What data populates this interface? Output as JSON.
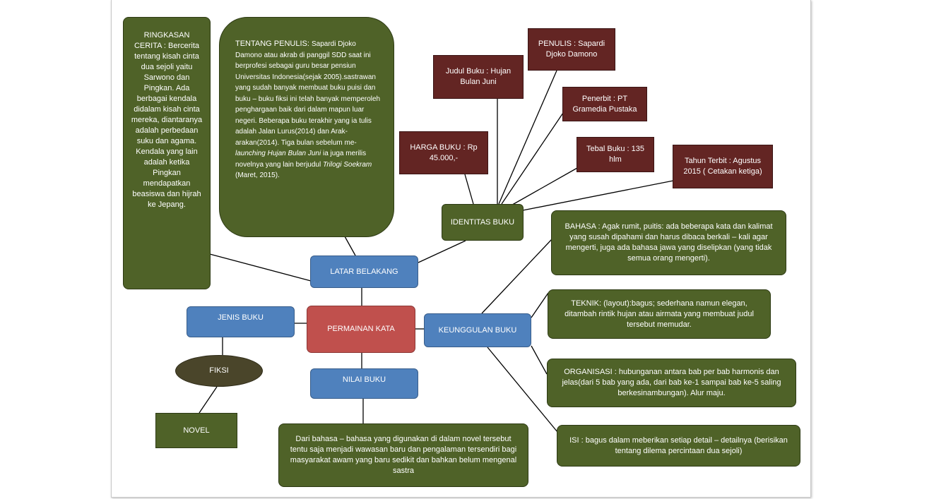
{
  "center": {
    "label": "PERMAINAN KATA"
  },
  "latar_belakang": {
    "label": "LATAR BELAKANG"
  },
  "jenis_buku": {
    "label": "JENIS BUKU"
  },
  "nilai_buku": {
    "label": "NILAI BUKU"
  },
  "keunggulan_buku": {
    "label": "KEUNGGULAN BUKU"
  },
  "identitas_buku": {
    "label": "IDENTITAS BUKU"
  },
  "fiksi": {
    "label": "FIKSI"
  },
  "novel": {
    "label": "NOVEL"
  },
  "ringkasan": {
    "heading": "RINGKASAN CERITA :",
    "text": "Bercerita tentang kisah cinta dua sejoli yaitu Sarwono dan Pingkan. Ada berbagai kendala didalam kisah cinta mereka, diantaranya adalah perbedaan suku dan agama. Kendala yang lain adalah ketika Pingkan mendapatkan beasiswa dan hijrah ke Jepang."
  },
  "tentang_penulis": {
    "heading": "TENTANG PENULIS:",
    "text_a": "Sapardi Djoko Damono atau akrab di panggil SDD saat ini berprofesi sebagai guru besar pensiun Universitas Indonesia(sejak 2005).sastrawan yang sudah banyak membuat buku puisi dan buku – buku fiksi ini telah banyak memperoleh penghargaan baik dari dalam mapun luar negeri. Beberapa buku terakhir yang ia tulis adalah Jalan Lurus(2014) dan Arak-arakan(2014). Tiga bulan sebelum me-",
    "italic_a": "launching Hujan Bulan Juni",
    "text_b": " ia juga merilis novelnya yang lain berjudul ",
    "italic_b": "Trilogi Soekram",
    "text_c": " (Maret, 2015)."
  },
  "identitas": {
    "penulis": "PENULIS : Sapardi Djoko Damono",
    "judul": "Judul Buku : Hujan Bulan Juni",
    "penerbit": "Penerbit : PT Gramedia Pustaka",
    "harga": "HARGA BUKU : Rp 45.000,-",
    "tebal": "Tebal Buku : 135 hlm",
    "tahun": "Tahun Terbit : Agustus 2015 ( Cetakan ketiga)"
  },
  "keunggulan": {
    "bahasa_h": "BAHASA :",
    "bahasa_t": "Agak rumit, puitis: ada beberapa kata dan kalimat yang susah dipahami dan harus dibaca berkali – kali agar mengerti, juga ada bahasa jawa yang diselipkan (yang tidak semua orang mengerti).",
    "teknik_h": "TEKNIK:",
    "teknik_t": "(layout):bagus; sederhana namun elegan, ditambah rintik hujan atau airmata yang membuat judul tersebut memudar.",
    "organisasi_h": "ORGANISASI :",
    "organisasi_t": "hubunganan antara bab per bab harmonis dan jelas(dari 5 bab yang ada, dari bab ke-1 sampai bab ke-5 saling berkesinambungan). Alur maju.",
    "isi_h": "ISI :",
    "isi_t": "bagus dalam meberikan setiap detail – detailnya (berisikan tentang dilema percintaan dua sejoli)"
  },
  "nilai": {
    "text": "Dari bahasa – bahasa yang digunakan di dalam novel tersebut tentu saja menjadi wawasan baru dan pengalaman tersendiri bagi masyarakat awam yang baru sedikit dan bahkan belum mengenal sastra"
  },
  "colors": {
    "green": "#4f6228",
    "maroon": "#632523",
    "blue": "#4f81bd",
    "red": "#c0504d",
    "oval": "#4a452a"
  }
}
